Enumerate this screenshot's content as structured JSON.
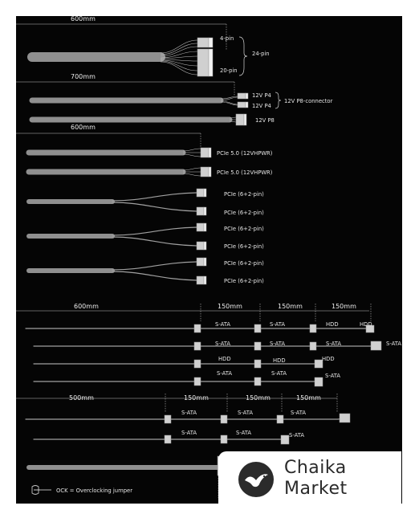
{
  "lengths": {
    "main_24pin": "600mm",
    "cpu": "700mm",
    "pcie_5": "600mm",
    "sata_1": "600mm",
    "sata_gap": "150mm",
    "sata_2": "500mm"
  },
  "labels": {
    "pin_4": "4-pin",
    "pin_24": "24-pin",
    "pin_20": "20-pin",
    "p4": "12V P4",
    "p8_connector": "12V P8-connector",
    "p8": "12V P8",
    "pcie5": "PCIe 5.0 (12VHPWR)",
    "pcie62": "PCIe (6+2-pin)",
    "sata": "S-ATA",
    "hdd": "HDD"
  },
  "legend": {
    "ock": "OCK = Overclocking jumper"
  },
  "brand": {
    "line1": "Chaika",
    "line2": "Market"
  }
}
